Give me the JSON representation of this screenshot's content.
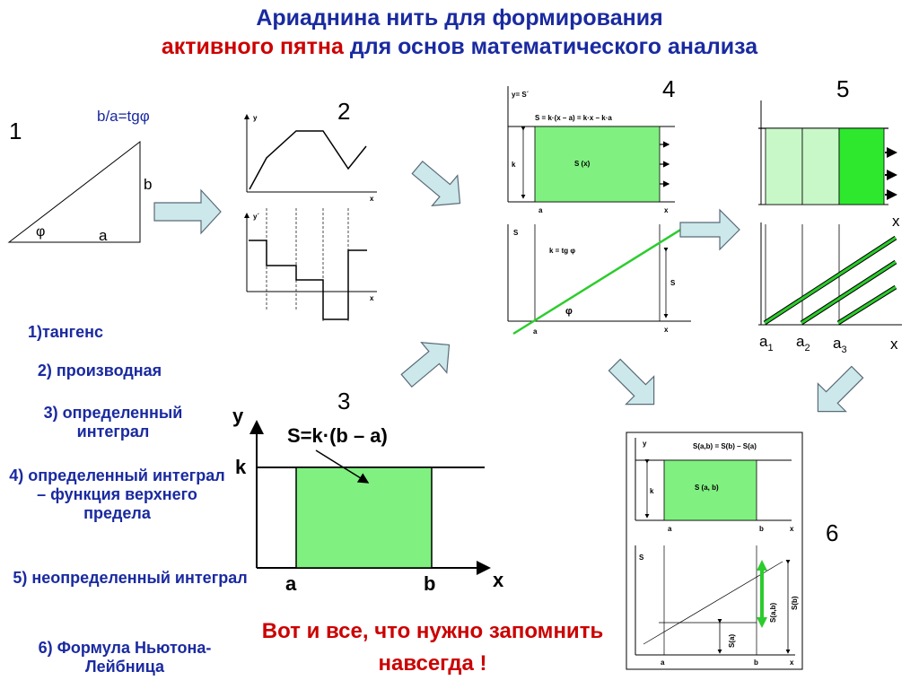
{
  "title": {
    "line1": "Ариаднина нить для  формирования",
    "line2_red": "активного пятна",
    "line2_rest": "  для основ математического анализа"
  },
  "list": [
    "1)тангенс",
    "2) производная",
    "3) определенный интеграл",
    "4)  определенный интеграл – функция верхнего предела",
    "5)  неопределенный интеграл",
    "6) Формула Ньютона- Лейбница"
  ],
  "final_text": "Вот и все, что нужно запомнить навсегда !",
  "panel_numbers": [
    "1",
    "2",
    "3",
    "4",
    "5",
    "6"
  ],
  "panel1": {
    "formula": "b/a=tgφ",
    "phi": "φ",
    "a": "a",
    "b": "b"
  },
  "panel2": {
    "y": "y",
    "x": "x",
    "y_prime": "y´",
    "x2": "x"
  },
  "panel3": {
    "y": "y",
    "k": "k",
    "formula": "S=k·(b – a)",
    "a": "a",
    "b": "b",
    "x": "x"
  },
  "panel4": {
    "y": "y= S´",
    "formula": "S = k·(x – a) = k·x – k·a",
    "k": "k",
    "area": "S (x)",
    "a": "a",
    "x": "x",
    "s_axis": "S",
    "slope": "k = tg φ",
    "s_right": "S",
    "phi": "φ",
    "a2": "a",
    "x2": "x"
  },
  "panel5": {
    "x_top": "x",
    "a1": "a",
    "a1_sub": "1",
    "a2": "a",
    "a2_sub": "2",
    "a3": "a",
    "a3_sub": "3",
    "x_bottom": "x"
  },
  "panel6": {
    "y": "y",
    "formula": "S(a,b) = S(b) – S(a)",
    "k": "k",
    "area": "S (a, b)",
    "a": "a",
    "b": "b",
    "x": "x",
    "s_axis": "S",
    "sab": "S(a,b)",
    "sb": "S(b)",
    "sa": "S(a)",
    "a2": "a",
    "b2": "b",
    "x2": "x"
  },
  "colors": {
    "title_blue": "#1a2aa0",
    "red": "#cc0000",
    "green_fill": "#80f080",
    "green_line": "#2ccc2c",
    "light_green": "#c8f8c8",
    "bright_green": "#2ee82e",
    "arrow_fill": "#cce8ea"
  }
}
